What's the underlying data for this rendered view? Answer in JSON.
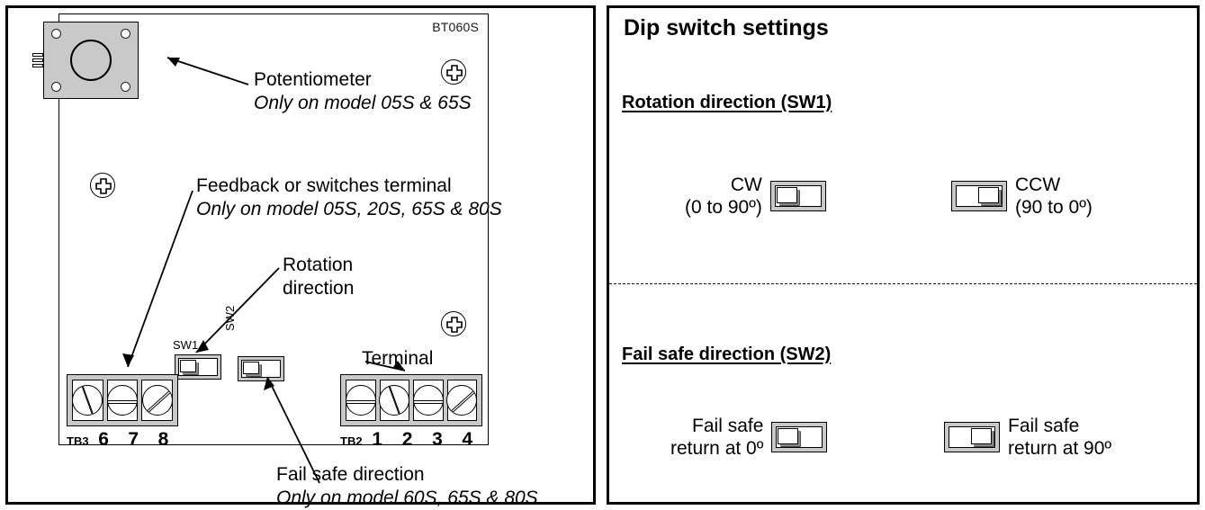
{
  "board": {
    "model_label": "BT060S",
    "annotations": {
      "potentiometer": {
        "title": "Potentiometer",
        "note": "Only on model 05S & 65S"
      },
      "feedback": {
        "title": "Feedback or switches terminal",
        "note": "Only on model 05S, 20S, 65S & 80S"
      },
      "rotation": {
        "line1": "Rotation",
        "line2": "direction"
      },
      "terminal": {
        "title": "Terminal"
      },
      "failsafe": {
        "title": "Fail safe direction",
        "note": "Only on model 60S, 65S & 80S"
      }
    },
    "switch_labels": {
      "sw1": "SW1",
      "sw2": "SW2"
    },
    "terminal_blocks": [
      {
        "tag": "TB3",
        "numbers": [
          "6",
          "7",
          "8"
        ]
      },
      {
        "tag": "TB2",
        "numbers": [
          "1",
          "2",
          "3",
          "4"
        ]
      }
    ]
  },
  "settings": {
    "title": "Dip switch settings",
    "sections": [
      {
        "heading": "Rotation direction (SW1)",
        "options": [
          {
            "line1": "CW",
            "line2": "(0 to 90º)",
            "toggle": "left",
            "text_side": "left"
          },
          {
            "line1": "CCW",
            "line2": "(90 to 0º)",
            "toggle": "right",
            "text_side": "right"
          }
        ]
      },
      {
        "heading": "Fail safe direction (SW2)",
        "options": [
          {
            "line1": "Fail safe",
            "line2": "return at 0º",
            "toggle": "left",
            "text_side": "left"
          },
          {
            "line1": "Fail safe",
            "line2": "return at 90º",
            "toggle": "right",
            "text_side": "right"
          }
        ]
      }
    ]
  },
  "colors": {
    "ink": "#000000",
    "component_gray": "#c9c9c9",
    "panel_bg": "#ffffff"
  }
}
